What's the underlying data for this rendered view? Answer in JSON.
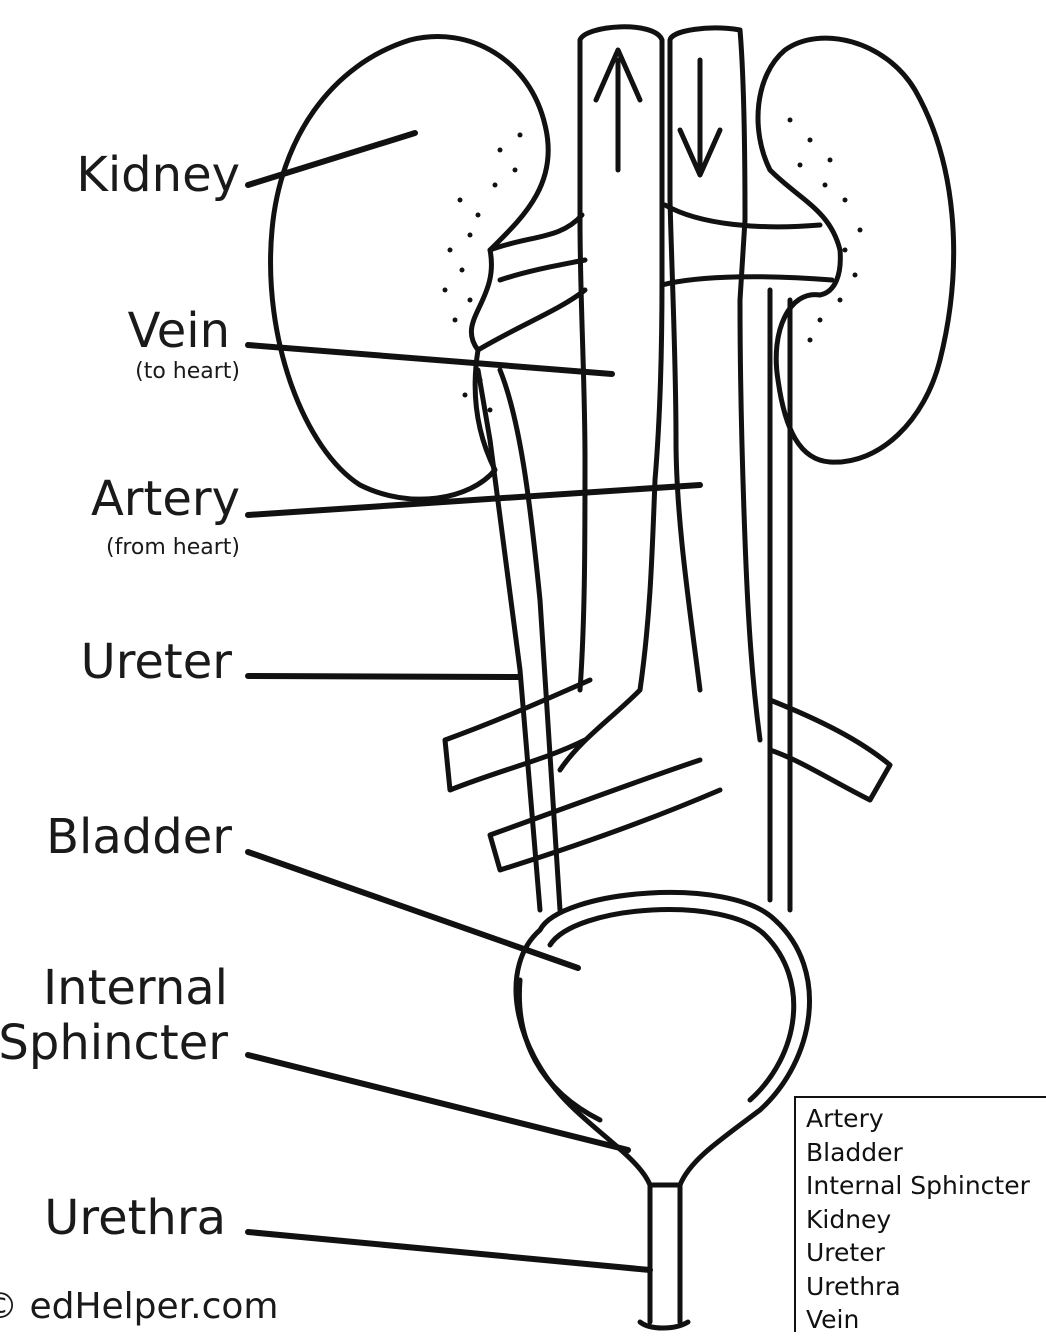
{
  "labels": {
    "kidney": "Kidney",
    "vein": "Vein",
    "vein_note": "(to heart)",
    "artery": "Artery",
    "artery_note": "(from heart)",
    "ureter": "Ureter",
    "bladder": "Bladder",
    "internal_line1": "Internal",
    "internal_line2": "Sphincter",
    "urethra": "Urethra"
  },
  "copyright": "© edHelper.com",
  "word_bank": [
    "Artery",
    "Bladder",
    "Internal Sphincter",
    "Kidney",
    "Ureter",
    "Urethra",
    "Vein"
  ]
}
